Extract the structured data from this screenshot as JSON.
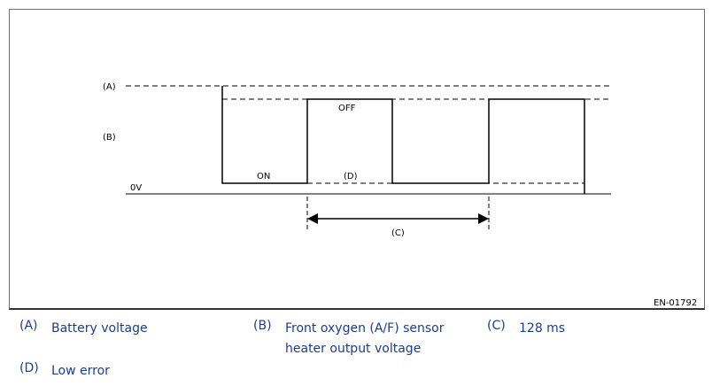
{
  "diagram": {
    "figure_id": "EN-01792",
    "labels": {
      "a": "(A)",
      "b": "(B)",
      "zero": "0V",
      "on": "ON",
      "off": "OFF",
      "d": "(D)",
      "c": "(C)"
    }
  },
  "legend": [
    {
      "key": "(A)",
      "lines": [
        "Battery voltage"
      ]
    },
    {
      "key": "(B)",
      "lines": [
        "Front oxygen (A/F) sensor",
        "heater output voltage"
      ]
    },
    {
      "key": "(C)",
      "lines": [
        "128 ms"
      ]
    },
    {
      "key": "(D)",
      "lines": [
        "Low error"
      ]
    }
  ],
  "colors": {
    "legend_text": "#1a3d8f",
    "line": "#000000"
  }
}
